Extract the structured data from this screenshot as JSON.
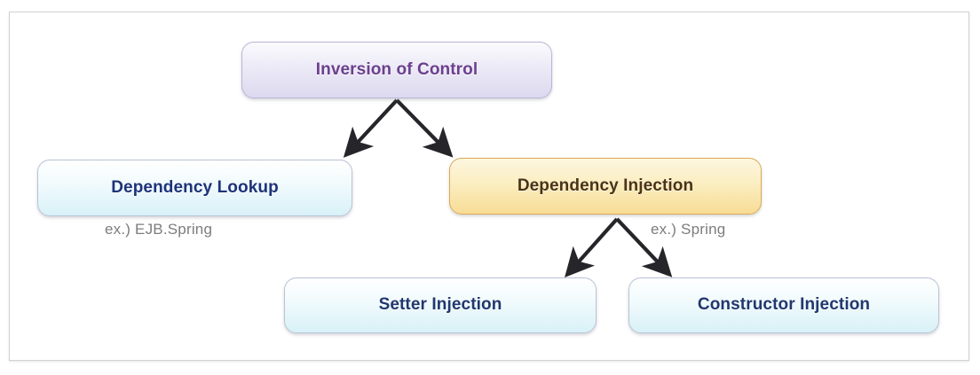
{
  "diagram": {
    "type": "hierarchy-tree",
    "title": "Inversion of Control",
    "background_color": "#ffffff",
    "panel_border_color": "#d2d2d2",
    "nodes": [
      {
        "id": "ioc",
        "label": "Inversion of Control",
        "style": "lavender",
        "text_color": "#6b3f8e",
        "fill_top": "#fbfbfe",
        "fill_bottom": "#dcd9ef"
      },
      {
        "id": "dependency-lookup",
        "label": "Dependency Lookup",
        "style": "cyan",
        "text_color": "#1d3379",
        "fill_top": "#ffffff",
        "fill_bottom": "#d8f1f7"
      },
      {
        "id": "dependency-injection",
        "label": "Dependency Injection",
        "style": "amber",
        "text_color": "#4a3318",
        "fill_top": "#fdf6e0",
        "fill_bottom": "#f7dc95"
      },
      {
        "id": "setter-injection",
        "label": "Setter Injection",
        "style": "cyan",
        "text_color": "#21376e",
        "fill_top": "#ffffff",
        "fill_bottom": "#d8f1f7"
      },
      {
        "id": "constructor-injection",
        "label": "Constructor Injection",
        "style": "cyan",
        "text_color": "#21376e",
        "fill_top": "#ffffff",
        "fill_bottom": "#d8f1f7"
      }
    ],
    "captions": [
      {
        "id": "lookup-example",
        "text": "ex.) EJB.Spring",
        "color": "#7d7d7d"
      },
      {
        "id": "injection-example",
        "text": "ex.) Spring",
        "color": "#7d7d7d"
      }
    ],
    "edges": [
      {
        "from": "ioc",
        "to": "dependency-lookup",
        "arrow": "down-left"
      },
      {
        "from": "ioc",
        "to": "dependency-injection",
        "arrow": "down-right"
      },
      {
        "from": "dependency-injection",
        "to": "setter-injection",
        "arrow": "down-left"
      },
      {
        "from": "dependency-injection",
        "to": "constructor-injection",
        "arrow": "down-right"
      }
    ],
    "edge_color": "#26262a"
  }
}
